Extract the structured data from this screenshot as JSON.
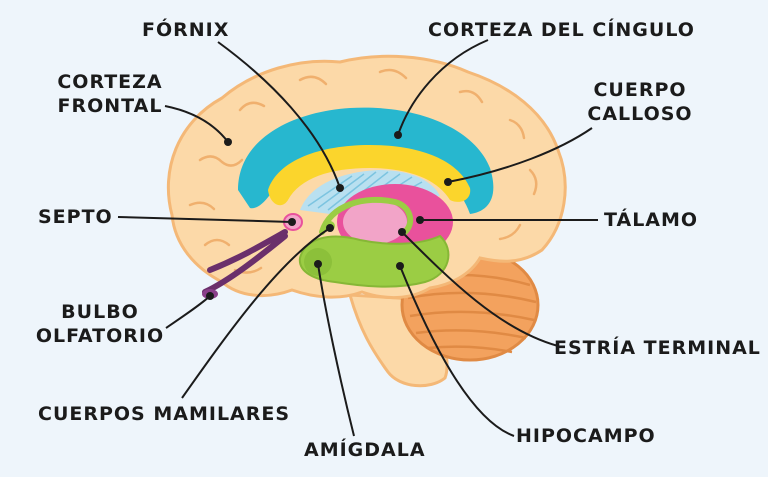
{
  "labels": {
    "fornix": "FÓRNIX",
    "corteza_cingulo": "CORTEZA DEL CÍNGULO",
    "corteza_frontal": [
      "CORTEZA",
      "FRONTAL"
    ],
    "cuerpo_calloso": [
      "CUERPO",
      "CALLOSO"
    ],
    "septo": "SEPTO",
    "talamo": "TÁLAMO",
    "bulbo_olfatorio": [
      "BULBO",
      "OLFATORIO"
    ],
    "estria_terminal": "ESTRÍA TERMINAL",
    "cuerpos_mamilares": "CUERPOS MAMILARES",
    "hipocampo": "HIPOCAMPO",
    "amigdala": "AMÍGDALA"
  },
  "colors": {
    "background": "#eef5fb",
    "cortex": "#fcd9a8",
    "cortex_outline": "#f4b877",
    "cerebellum": "#f3a25e",
    "cingulate": "#27b7cf",
    "corpus_callosum": "#fbd52c",
    "fornix_fibers": "#b9e0f0",
    "thalamus_outer": "#e9519c",
    "thalamus_inner": "#f2a4c8",
    "limbic_green": "#9bcd44",
    "olfactory": "#6b2f6b",
    "leader_line": "#1b1b1b"
  }
}
